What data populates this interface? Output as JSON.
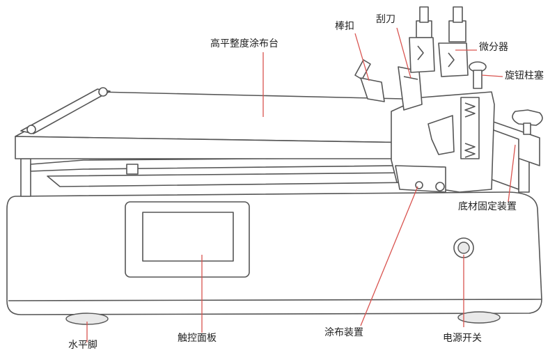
{
  "labels": {
    "coating_table": "高平整度涂布台",
    "rod_clip": "棒扣",
    "scraper": "刮刀",
    "micrometer": "微分器",
    "knob_plug": "旋钮柱塞",
    "substrate_fixture": "底材固定装置",
    "coating_device": "涂布装置",
    "leveling_foot": "水平脚",
    "touch_panel": "触控面板",
    "power_switch": "电源开关"
  },
  "colors": {
    "line": "#555555",
    "leader": "#d9534f",
    "text": "#222222",
    "background": "#ffffff"
  }
}
